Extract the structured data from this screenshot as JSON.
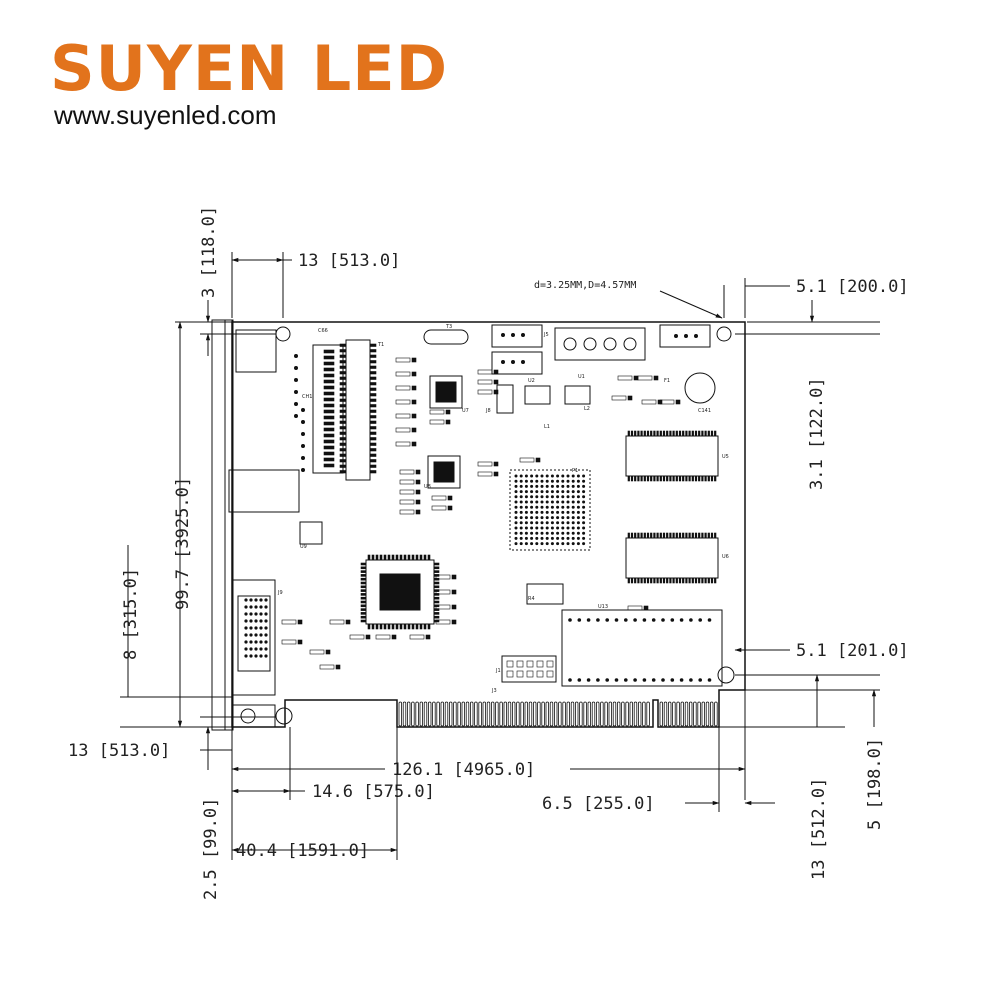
{
  "brand": {
    "name": "SUYEN LED",
    "url": "www.suyenled.com",
    "color": "#e2731c"
  },
  "drawing": {
    "hole_note": "d=3.25MM,D=4.57MM",
    "dimensions": {
      "top_left_13": "13 [513.0]",
      "left_3": "3 [118.0]",
      "top_right_5_1": "5.1 [200.0]",
      "right_3_1": "3.1 [122.0]",
      "left_99_7": "99.7 [3925.0]",
      "left_8": "8 [315.0]",
      "right_5_1_b": "5.1 [201.0]",
      "bottom_13_left": "13 [513.0]",
      "overall_126_1": "126.1 [4965.0]",
      "bottom_14_6": "14.6 [575.0]",
      "bottom_6_5": "6.5 [255.0]",
      "bottom_40_4": "40.4 [1591.0]",
      "left_2_5": "2.5 [99.0]",
      "right_13": "13 [512.0]",
      "right_5": "5 [198.0]"
    },
    "component_labels": [
      "T1",
      "T3",
      "U7",
      "U8",
      "U9",
      "U1",
      "U2",
      "U5",
      "U6",
      "U13",
      "P1",
      "J1",
      "J3",
      "J5",
      "J8",
      "J9",
      "F1",
      "C141",
      "CH1",
      "C66",
      "L1",
      "L2",
      "R4"
    ]
  }
}
